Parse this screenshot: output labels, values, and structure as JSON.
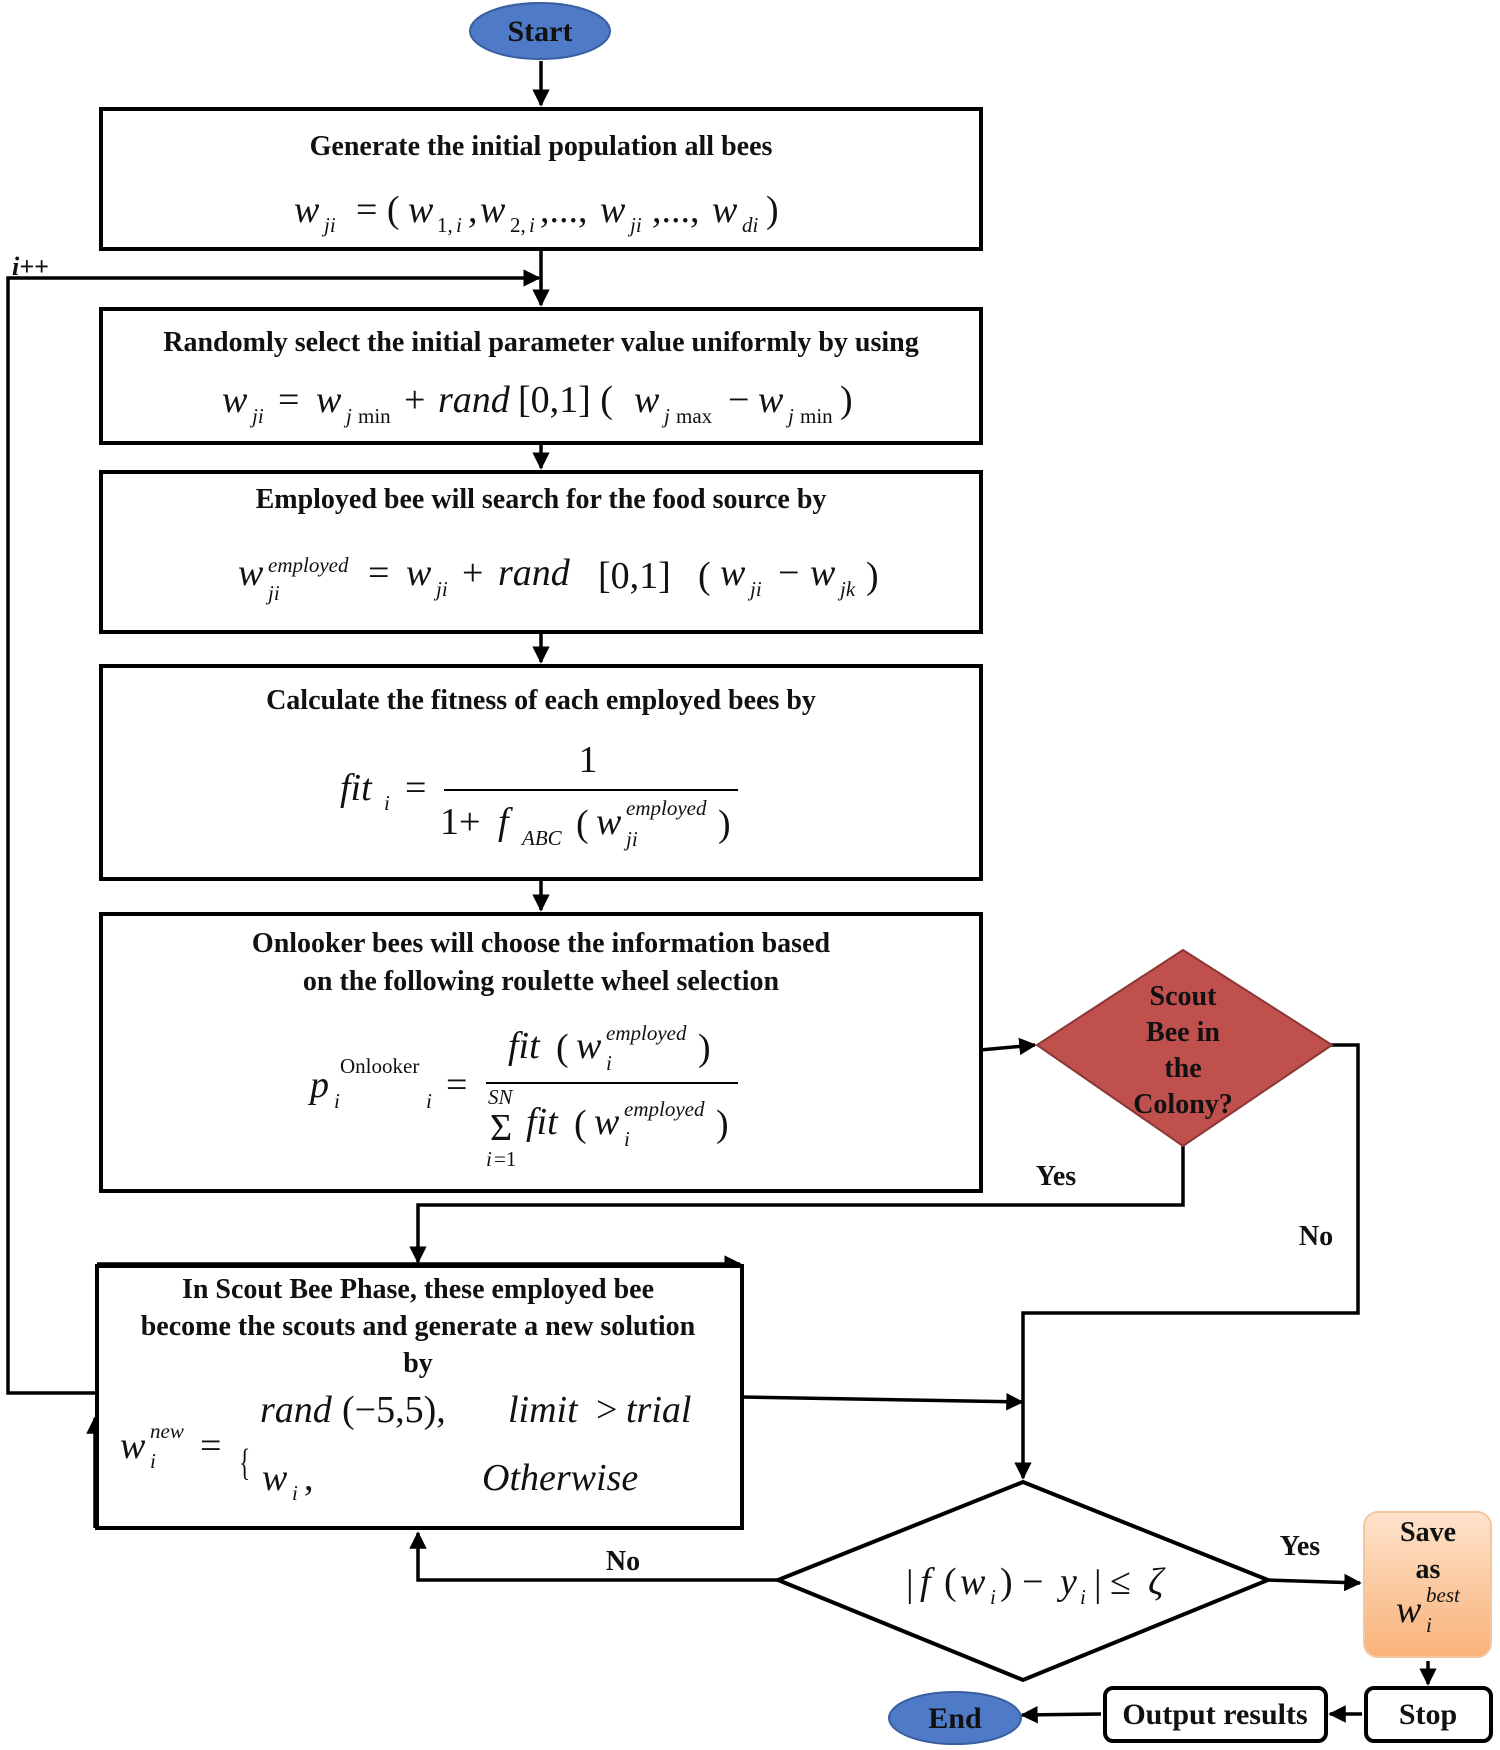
{
  "colors": {
    "terminal_fill": "#4f7ac7",
    "decision_fill": "#c0504d",
    "save_fill_top": "#fde3cb",
    "save_fill_bottom": "#f9b27a",
    "stroke": "#000000"
  },
  "start": {
    "label": "Start"
  },
  "end": {
    "label": "End"
  },
  "step1": {
    "title": "Generate the initial population all bees",
    "formula_text": "w_ji = (w_1,i , w_2,i ,..., w_ji ,..., w_di)"
  },
  "loop_label": "i++",
  "step2": {
    "title": "Randomly select the initial parameter value uniformly by using",
    "formula_text": "w_ji = w_jmin + rand[0,1] (w_jmax − w_jmin)"
  },
  "step3": {
    "title": "Employed bee will search for the food source by",
    "formula_text": "w_ji^employed = w_ji + rand [0,1] (w_ji − w_jk)"
  },
  "step4": {
    "title": "Calculate the fitness of each employed bees by",
    "formula_text": "fit_i = 1 / (1+ f_ABC (w_ji^employed))"
  },
  "step5": {
    "title_line1": "Onlooker bees will choose the information based",
    "title_line2": "on the following roulette wheel selection",
    "formula_text": "p_i^Onlooker_i = fit(w_i^employed) / Σ_{i=1}^{SN} fit(w_i^employed)"
  },
  "decision1": {
    "line1": "Scout",
    "line2": "Bee in",
    "line3": "the",
    "line4": "Colony?",
    "yes_label": "Yes",
    "no_label": "No"
  },
  "step6": {
    "title_line1": "In Scout Bee Phase, these employed bee",
    "title_line2": "become the scouts and generate a new solution",
    "title_line3": "by",
    "formula_text": "w_i^new = { rand(−5,5), limit > trial ; w_i , Otherwise }"
  },
  "decision2": {
    "formula_text": "|f(w_i) − y_i| ≤ ζ",
    "yes_label": "Yes",
    "no_label": "No"
  },
  "save": {
    "line1": "Save",
    "line2": "as",
    "var": "w",
    "sup": "best",
    "sub": "i"
  },
  "output": {
    "label": "Output results"
  },
  "stop": {
    "label": "Stop"
  }
}
